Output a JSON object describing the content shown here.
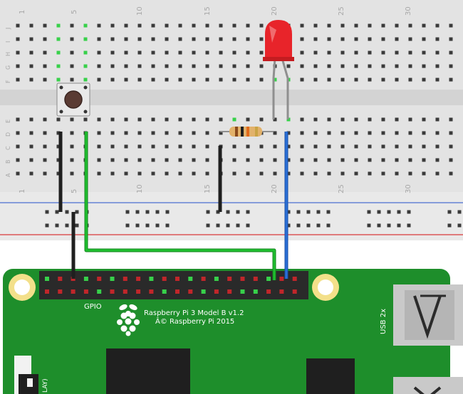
{
  "breadboard": {
    "column_numbers_top": [
      "1",
      "5",
      "10",
      "15",
      "20",
      "25",
      "30"
    ],
    "column_numbers_bottom": [
      "1",
      "5",
      "10",
      "15",
      "20",
      "25",
      "30"
    ],
    "row_letters_upper": [
      "J",
      "I",
      "H",
      "G",
      "F"
    ],
    "row_letters_lower": [
      "E",
      "D",
      "C",
      "B",
      "A"
    ]
  },
  "board": {
    "gpio_label": "GPIO",
    "model_label": "Raspberry Pi 3 Model B v1.2",
    "copyright_label": "Â© Raspberry Pi 2015",
    "usb_label": "USB 2x",
    "display_label": "LAY)"
  },
  "colors": {
    "board_green": "#1e8e2b",
    "wire_green": "#1fbf2f",
    "wire_black": "#1f1f1f",
    "wire_blue": "#2a6fd6",
    "led_red": "#e8242a",
    "rail_blue": "#4b6fd1",
    "rail_red": "#d9383a",
    "pin_red": "#c0262a",
    "pin_green": "#37d04a"
  },
  "components": {
    "led": "red-led",
    "resistor": "resistor",
    "button": "push-button"
  }
}
